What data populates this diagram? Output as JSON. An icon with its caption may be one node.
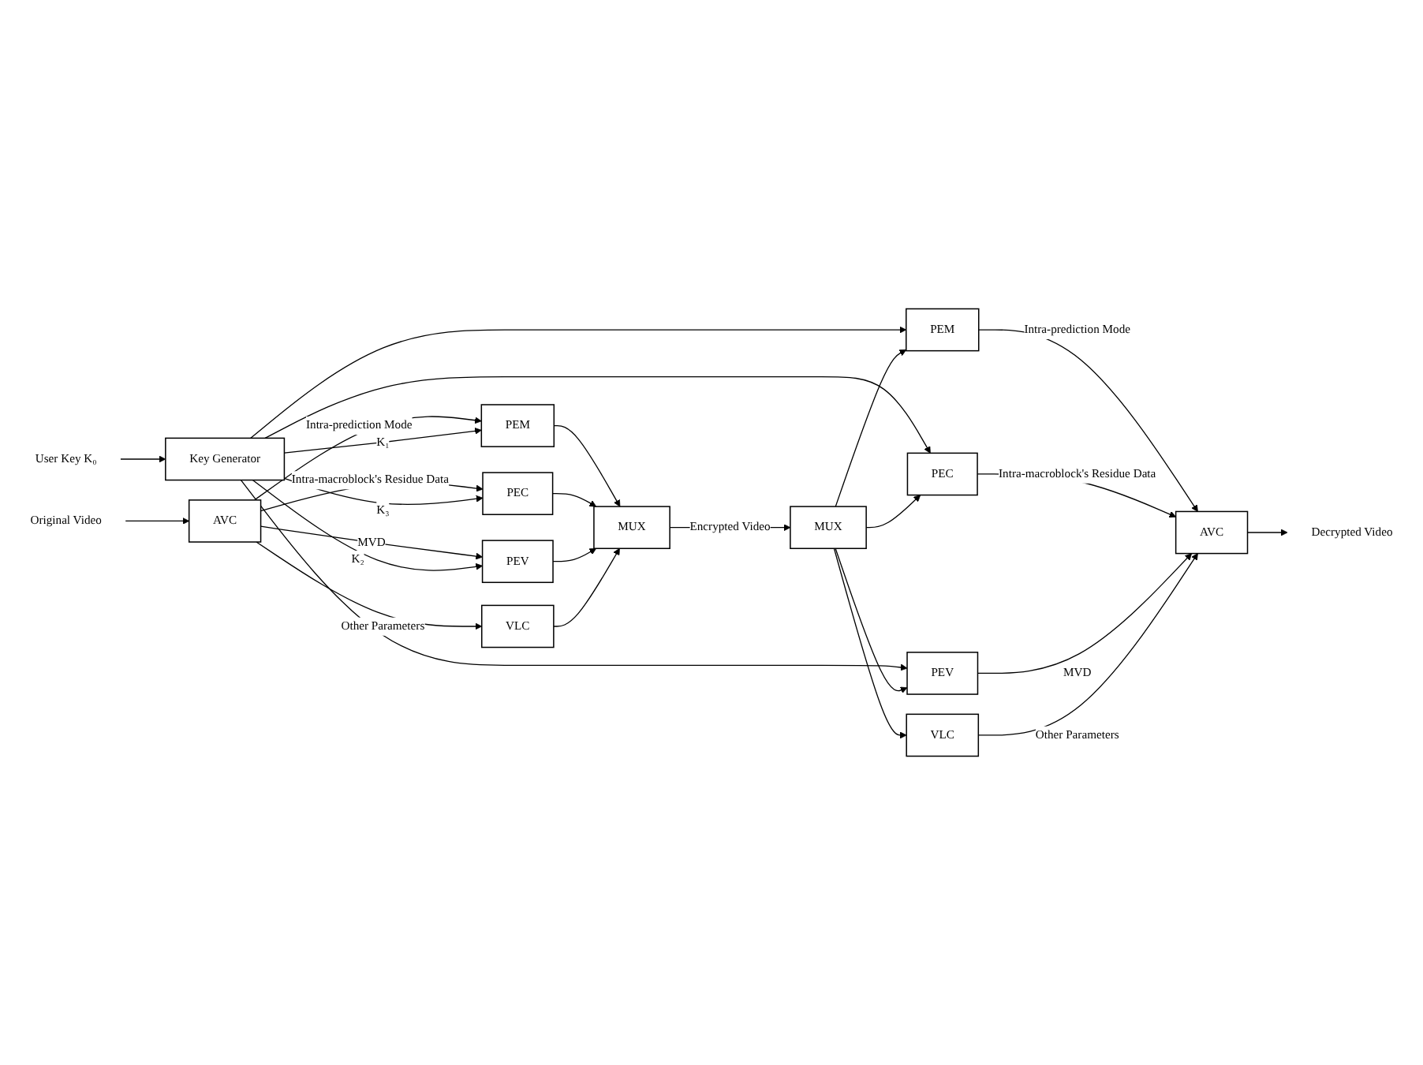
{
  "diagram": {
    "nodes": [
      {
        "text": [
          "Original Video"
        ]
      },
      {
        "text": [
          "AVC"
        ]
      },
      {
        "text": [
          "PEM"
        ]
      },
      {
        "text": [
          "PEC"
        ]
      },
      {
        "text": [
          "PEV"
        ]
      },
      {
        "text": [
          "VLC"
        ]
      },
      {
        "text": [
          "MUX"
        ]
      },
      {
        "text": [
          "User Key K₀"
        ]
      },
      {
        "text": [
          "Key Generator"
        ]
      },
      {
        "text": [
          "AVC"
        ]
      },
      {
        "text": [
          "PEM"
        ]
      },
      {
        "text": [
          "PEC"
        ]
      },
      {
        "text": [
          "PEV"
        ]
      },
      {
        "text": [
          "VLC"
        ]
      },
      {
        "text": [
          "MUX"
        ]
      },
      {
        "text": [
          "Decrypted Video"
        ]
      }
    ],
    "edges": [
      {
        "from": 0,
        "to": 1,
        "arrow": "to"
      },
      {
        "from": 1,
        "to": 2,
        "arrow": "to",
        "label": "Intra-prediction Mode"
      },
      {
        "from": 1,
        "to": 3,
        "arrow": "to",
        "label": "Intra-macroblock's Residue Data"
      },
      {
        "from": 1,
        "to": 4,
        "arrow": "to",
        "label": "MVD"
      },
      {
        "from": 1,
        "to": 5,
        "arrow": "to",
        "label": "Other Parameters"
      },
      {
        "from": 2,
        "to": 6,
        "arrow": "to"
      },
      {
        "from": 3,
        "to": 6,
        "arrow": "to"
      },
      {
        "from": 4,
        "to": 6,
        "arrow": "to"
      },
      {
        "from": 5,
        "to": 6,
        "arrow": "to"
      },
      {
        "from": 7,
        "to": 8,
        "arrow": "to"
      },
      {
        "from": 8,
        "to": 2,
        "arrow": "to",
        "label": "K₁"
      },
      {
        "from": 8,
        "to": 10,
        "arrow": "to"
      },
      {
        "from": 8,
        "to": 4,
        "arrow": "to",
        "label": "K₂"
      },
      {
        "from": 8,
        "to": 12,
        "arrow": "to"
      },
      {
        "from": 8,
        "to": 3,
        "arrow": "to",
        "label": "K₃"
      },
      {
        "from": 8,
        "to": 11,
        "arrow": "to"
      },
      {
        "from": 6,
        "to": 14,
        "arrow": "to",
        "label": "Encrypted Video"
      },
      {
        "from": 14,
        "to": 10,
        "arrow": "to"
      },
      {
        "from": 14,
        "to": 11,
        "arrow": "to"
      },
      {
        "from": 14,
        "to": 12,
        "arrow": "to"
      },
      {
        "from": 14,
        "to": 13,
        "arrow": "to"
      },
      {
        "from": 10,
        "to": 9,
        "arrow": "to",
        "label": "Intra-prediction Mode"
      },
      {
        "from": 11,
        "to": 9,
        "arrow": "to",
        "label": "Intra-macroblock's Residue Data"
      },
      {
        "from": 12,
        "to": 9,
        "arrow": "to",
        "label": "MVD"
      },
      {
        "from": 13,
        "to": 9,
        "arrow": "to",
        "label": "Other Parameters"
      },
      {
        "from": 9,
        "to": 15,
        "arrow": "to"
      }
    ]
  }
}
